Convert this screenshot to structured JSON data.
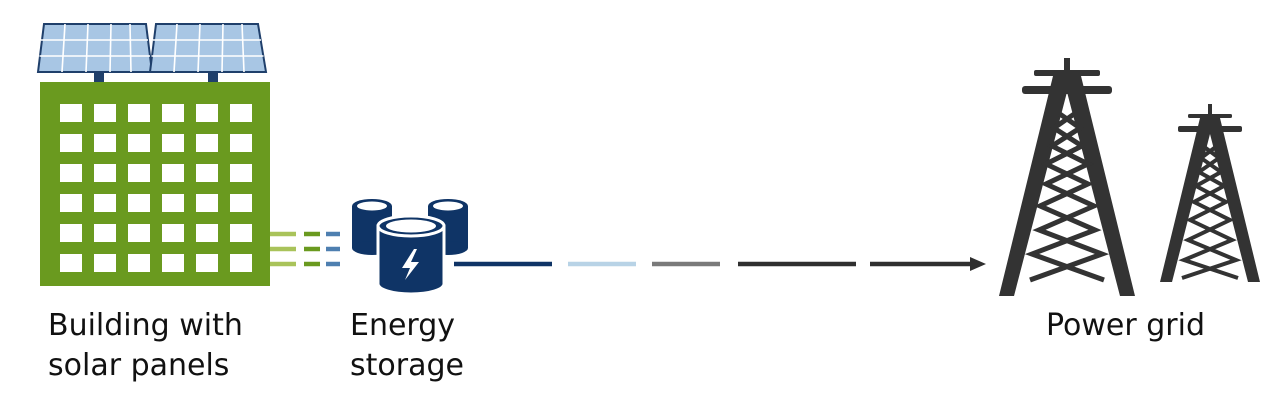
{
  "nodes": {
    "building": {
      "label_line1": "Building with",
      "label_line2": "solar panels",
      "icon": "building-with-solar-panels-icon"
    },
    "storage": {
      "label_line1": "Energy",
      "label_line2": "storage",
      "icon": "battery-cells-icon"
    },
    "grid": {
      "label": "Power grid",
      "icon": "transmission-towers-icon"
    }
  },
  "colors": {
    "building_green": "#6a9a1f",
    "solar_panel_blue": "#a8c6e4",
    "solar_panel_frame": "#1f3f6b",
    "storage_navy": "#0f3466",
    "tower_dark": "#333333",
    "flow_light_blue": "#b8d3e6",
    "flow_gray": "#7a7a7a",
    "flow_dark": "#2f2f2f"
  }
}
